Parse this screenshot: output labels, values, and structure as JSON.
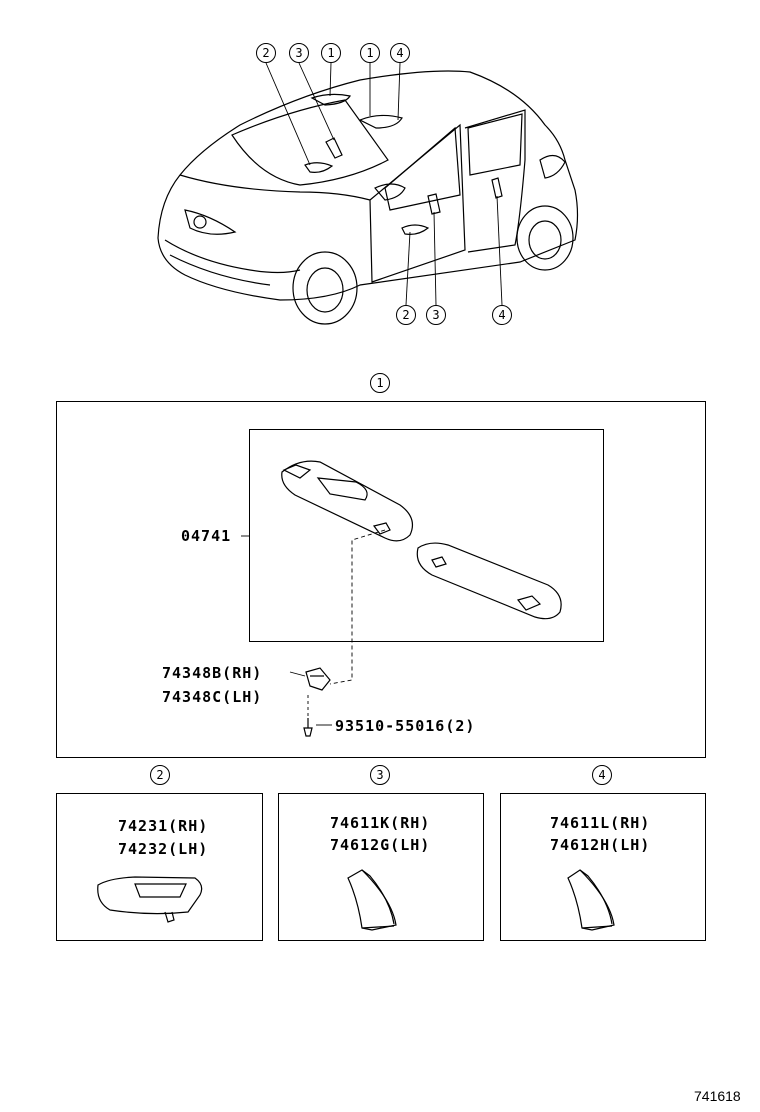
{
  "car_callouts_top": [
    "2",
    "3",
    "1",
    "1",
    "4"
  ],
  "car_callouts_bottom": [
    "2",
    "3",
    "4"
  ],
  "section1": {
    "callout": "1",
    "sunvisor_assy": "04741",
    "holder_rh": "74348B(RH)",
    "holder_lh": "74348C(LH)",
    "screw": "93510-55016(2)"
  },
  "section2": {
    "callout": "2",
    "rh": "74231(RH)",
    "lh": "74232(LH)"
  },
  "section3": {
    "callout": "3",
    "rh": "74611K(RH)",
    "lh": "74612G(LH)"
  },
  "section4": {
    "callout": "4",
    "rh": "74611L(RH)",
    "lh": "74612H(LH)"
  },
  "figure_number": "741618"
}
